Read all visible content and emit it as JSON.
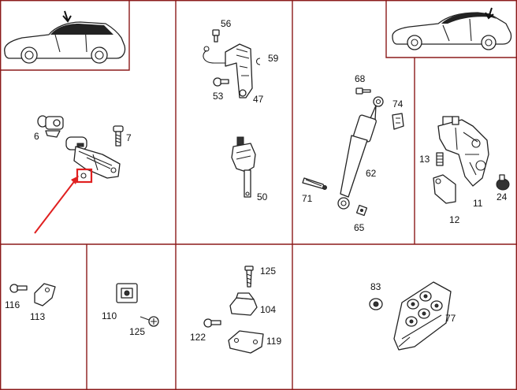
{
  "diagram": {
    "border_color": "#8b1a1a",
    "highlight_color": "#e02020",
    "highlighted_part": "5",
    "parts": {
      "p6": "6",
      "p7": "7",
      "p56": "56",
      "p59": "59",
      "p53": "53",
      "p47": "47",
      "p50": "50",
      "p68": "68",
      "p74": "74",
      "p62": "62",
      "p71": "71",
      "p65": "65",
      "p13": "13",
      "p24": "24",
      "p11": "11",
      "p12": "12",
      "p116": "116",
      "p113": "113",
      "p110": "110",
      "p125a": "125",
      "p125b": "125",
      "p104": "104",
      "p122": "122",
      "p119": "119",
      "p83": "83",
      "p77": "77"
    },
    "icons": {
      "coupe_vehicle": "car-icon",
      "convertible_vehicle": "car-icon",
      "pointer": "arrow-icon"
    }
  }
}
